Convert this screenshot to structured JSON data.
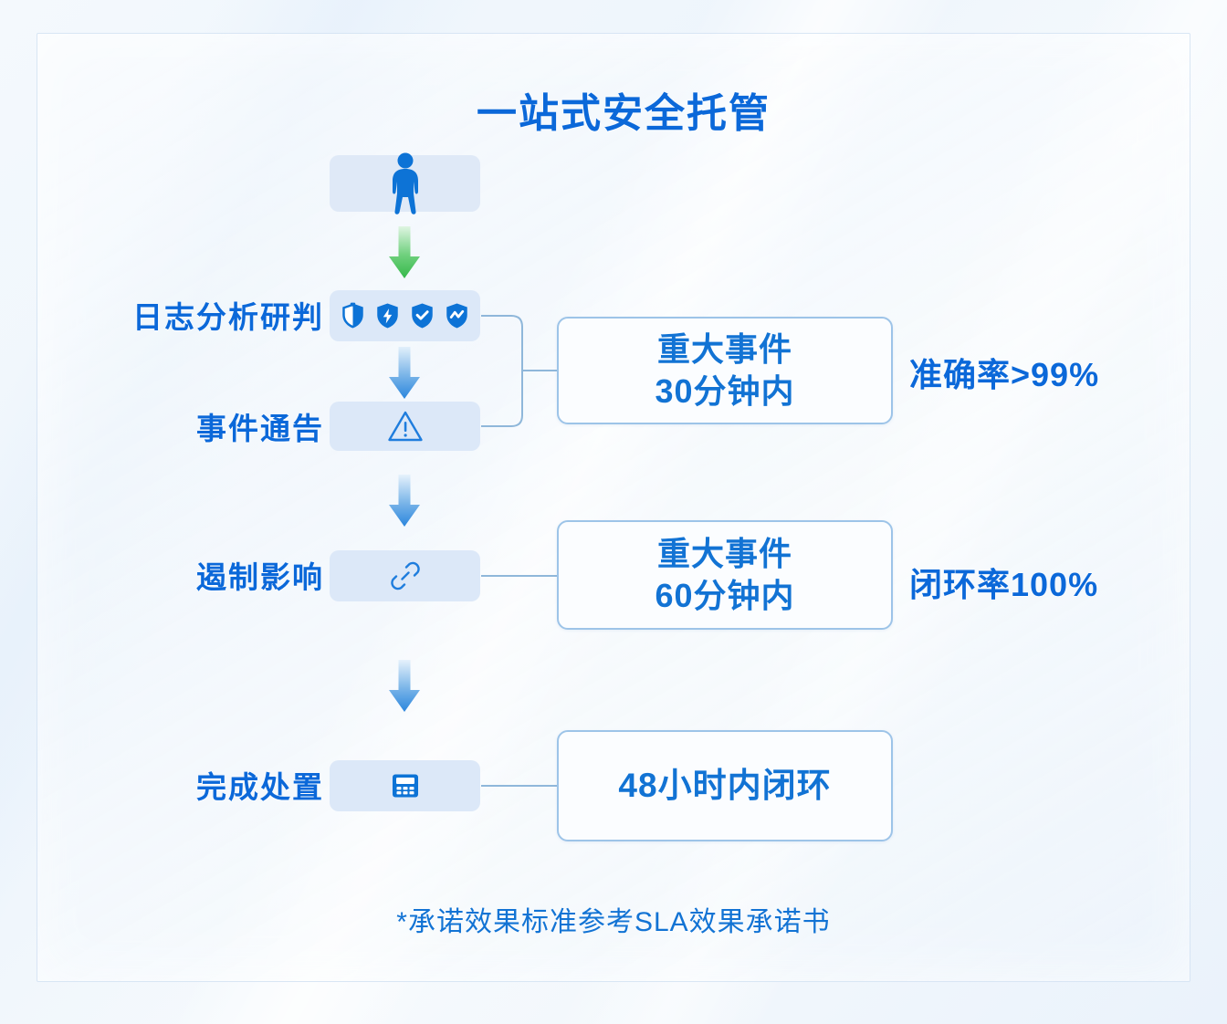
{
  "title": "一站式安全托管",
  "top_icon": {
    "name": "person-icon"
  },
  "flow_rows": [
    {
      "id": "log-analysis",
      "caption": "日志分析研判",
      "icons": [
        "shield-outline-icon",
        "shield-bolt-icon",
        "shield-check-icon",
        "shield-wave-icon"
      ]
    },
    {
      "id": "incident-notice",
      "caption": "事件通告",
      "icons": [
        "warning-triangle-icon"
      ]
    },
    {
      "id": "contain-impact",
      "caption": "遏制影响",
      "icons": [
        "link-chain-icon"
      ]
    },
    {
      "id": "complete-handling",
      "caption": "完成处置",
      "icons": [
        "report-calculator-icon"
      ]
    }
  ],
  "arrows": [
    {
      "name": "arrow-green-down",
      "color": "#3fbf4f"
    },
    {
      "name": "arrow-blue-down-1",
      "color": "#3e92e0"
    },
    {
      "name": "arrow-blue-down-2",
      "color": "#3e92e0"
    },
    {
      "name": "arrow-blue-down-3",
      "color": "#3e92e0"
    }
  ],
  "outcomes": [
    {
      "id": "outcome-30min",
      "line1": "重大事件",
      "line2": "30分钟内"
    },
    {
      "id": "outcome-60min",
      "line1": "重大事件",
      "line2": "60分钟内"
    },
    {
      "id": "outcome-48h",
      "line1": "48小时内闭环",
      "line2": ""
    }
  ],
  "kpis": [
    {
      "id": "kpi-accuracy",
      "label": "准确率>99%"
    },
    {
      "id": "kpi-closure",
      "label": "闭环率100%"
    }
  ],
  "footnote": "*承诺效果标准参考SLA效果承诺书",
  "colors": {
    "brand_blue": "#0b68d9",
    "text_blue": "#1273d4",
    "tile_bg": "#dce8f8",
    "box_border": "#9dc4e8",
    "arrow_green": "#3fbf4f",
    "arrow_blue": "#3e92e0",
    "connector_line": "#8fb7da"
  }
}
